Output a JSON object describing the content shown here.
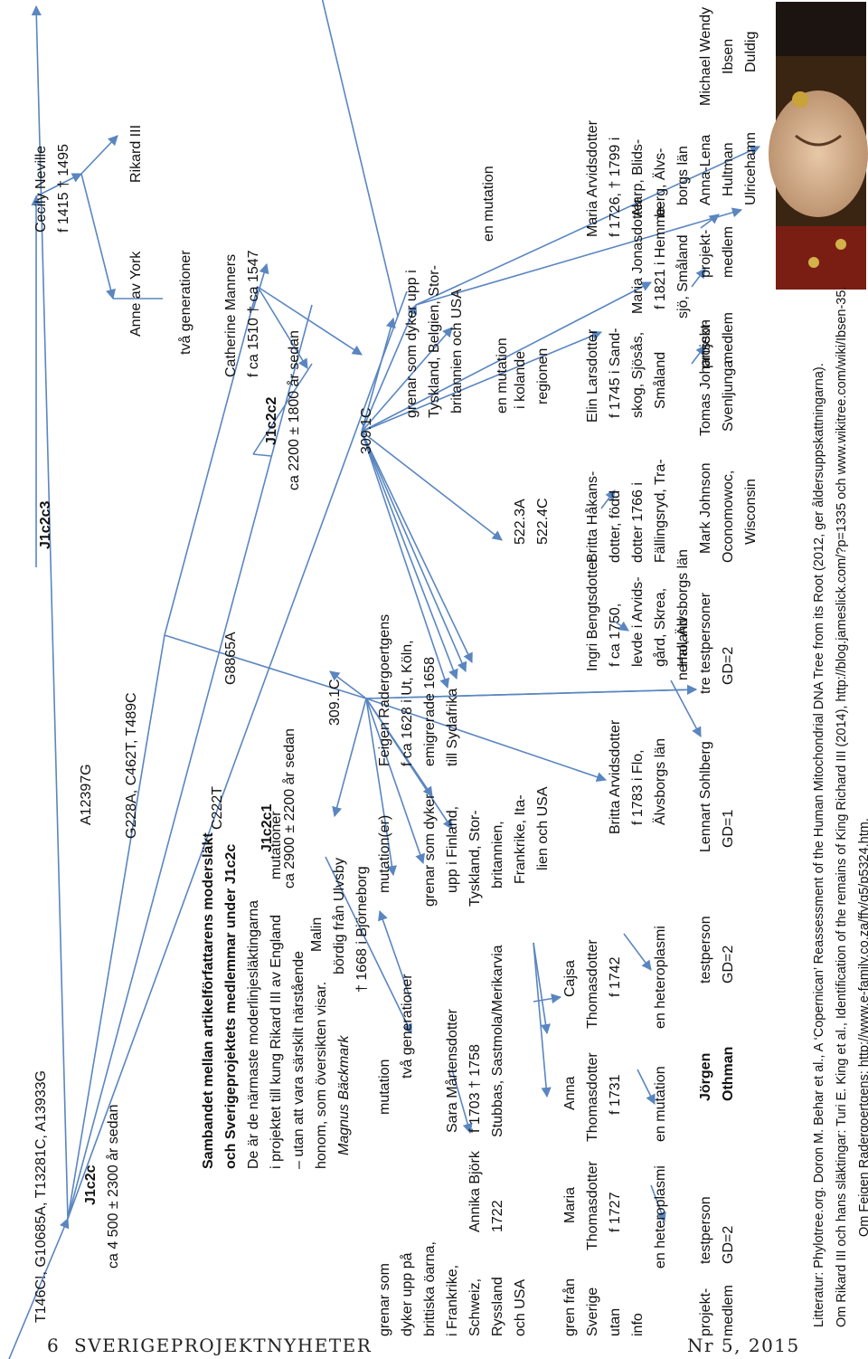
{
  "header": {
    "page_num": "6",
    "publication": "SVERIGEPROJEKTNYHETER",
    "issue": "Nr 5, 2015"
  },
  "root_mutations": "T146C!, G10685A, T13281C, A13933G",
  "j1c2c": {
    "name": "J1c2c",
    "age": "ca 4 500 ± 2300 år sedan"
  },
  "muts": {
    "m1": "A12397G",
    "m2": "G228A, C462T, T489C",
    "m3": "C222T",
    "m4": "G8865A"
  },
  "intro": {
    "title1": "Sambandet mellan artikelförfattarens modersläkt",
    "title2": "och Sverigeprojektets medlemmar under J1c2c",
    "p1": "De är de närmaste moderlinjesläktingarna",
    "p2": "i projektet till kung Rikard III av England",
    "p2b": "mutationer",
    "p3": "– utan att vara särskilt närstående",
    "p4": "honom, som översikten visar.",
    "author": "Magnus Bäckmark"
  },
  "left_col": [
    "grenar som",
    "dyker upp på",
    "brittiska öarna,",
    "i Frankrike,",
    "Schweiz,",
    "Ryssland",
    "och USA"
  ],
  "gren_col": [
    "gren från",
    "Sverige",
    "utan",
    "info"
  ],
  "projekt_col": [
    "projekt-",
    "medlem"
  ],
  "mutation_a": "mutation",
  "annika": {
    "name": "Annika Björk",
    "year": "1722"
  },
  "stubbas": "Stubbas, Sastmola/Merikarvia",
  "sara": {
    "name": "Sara Mårtensdotter",
    "dates": "f 1703 † 1758"
  },
  "tva_gen_a": "två generationer",
  "malin": {
    "name": "Malin",
    "l2": "bördig från Ulvsby",
    "l3": "† 1668 i Björneborg"
  },
  "mutationer_b": "mutation(er)",
  "grenar_b": [
    "grenar som dyker",
    "upp i Finland,",
    "Tyskland, Stor-",
    "britannien,",
    "Frankrike, Ita-",
    "lien och USA"
  ],
  "maria_t": [
    "Maria",
    "Thomasdotter",
    "f 1727"
  ],
  "anna_t": [
    "Anna",
    "Thomasdotter",
    "f 1731"
  ],
  "cajsa_t": [
    "Cajsa",
    "Thomasdotter",
    "f 1742"
  ],
  "heteroplasmi": "en heteroplasmi",
  "en_mutation": "en mutation",
  "testperson": "testperson",
  "gd2": "GD=2",
  "jorgen": [
    "Jörgen",
    "Othman"
  ],
  "britta_a": [
    "Britta Arvidsdotter",
    "f 1783 i Flo,",
    "Älvsborgs län"
  ],
  "lennart": [
    "Lennart Sohlberg",
    "GD=1"
  ],
  "tre_test": "tre testpersoner",
  "j1c2c1": {
    "name": "J1c2c1",
    "age": "ca 2900 ± 2200 år sedan"
  },
  "m309a": "309.1C",
  "feigen": [
    "Feigen Radergoertgens",
    "f ca 1628 i Ut, Köln,",
    "emigrerade 1658",
    "till Sydafrika"
  ],
  "ingri": [
    "Ingri Bengtsdotter",
    "f ca 1750,",
    "levde i Arvids-",
    "gård, Skrea,",
    "Halland"
  ],
  "britta_h": [
    "Britta Håkans-",
    "dotter, född",
    "dotter 1766 i",
    "Fällingsryd, Tra-",
    "nemo, Älvsborgs län"
  ],
  "mark": [
    "Mark Johnson",
    "Oconomowoc,",
    "Wisconsin"
  ],
  "m522a": "522.3A",
  "m522b": "522.4C",
  "tomas": [
    "Tomas Johansson",
    "Svenljunga"
  ],
  "elin": [
    "Elin Larsdotter",
    "f 1745 i Sand-",
    "skog, Sjösås,",
    "Småland"
  ],
  "en_mut_kor": [
    "en mutation",
    "i kolande",
    "regionen"
  ],
  "projekt_medlem": [
    "projekt-",
    "medlem"
  ],
  "maria_j": [
    "Maria Jonasdotter",
    "f 1821 i Hemme-",
    "sjö, Småland"
  ],
  "maria_a": [
    "Maria Arvidsdotter",
    "f 1726, † 1799 i",
    "Alarp, Blids-",
    "berg, Älvs-",
    "borgs län"
  ],
  "anna_lena": [
    "Anna-Lena",
    "Hultman",
    "Ulricehamn"
  ],
  "michael": [
    "Michael Wendy",
    "Ibsen",
    "Duldig"
  ],
  "j1c2c2": {
    "name": "J1c2c2",
    "age": "ca 2200 ± 1800 år sedan"
  },
  "m309b": "309.1C",
  "grenar_c": [
    "grenar som dyker upp i",
    "Tyskland, Belgien, Stor-",
    "britannien och USA"
  ],
  "en_mutation_c": "en mutation",
  "j1c2c3": "J1c2c3",
  "cecily": [
    "Cecily Neville",
    "f 1415 † 1495"
  ],
  "anne": "Anne av York",
  "rikard": "Rikard III",
  "tva_gen_b": "två generationer",
  "catherine": [
    "Catherine Manners",
    "f ca 1510 † ca 1547"
  ],
  "lit": {
    "l1": "Litteratur: Phylotree.org. Doron M. Behar et al., A ‘Copernican’ Reassessment of the Human Mitochondrial DNA Tree from its Root (2012, ger åldersuppskattningarna).",
    "l2": "Om Rikard III och hans släktingar: Turi E. King et al., Identification of the remains of King Richard III (2014), http://blog.jameslick.com/?p=1335 och www.wikitree.com/wiki/Ibsen-35.",
    "l3": "Om Feigen Radergoertgens: http://www.e-family.co.za/ffy/g5/p5324.htm."
  },
  "colors": {
    "arrow": "#5a86c0",
    "text": "#111111"
  }
}
